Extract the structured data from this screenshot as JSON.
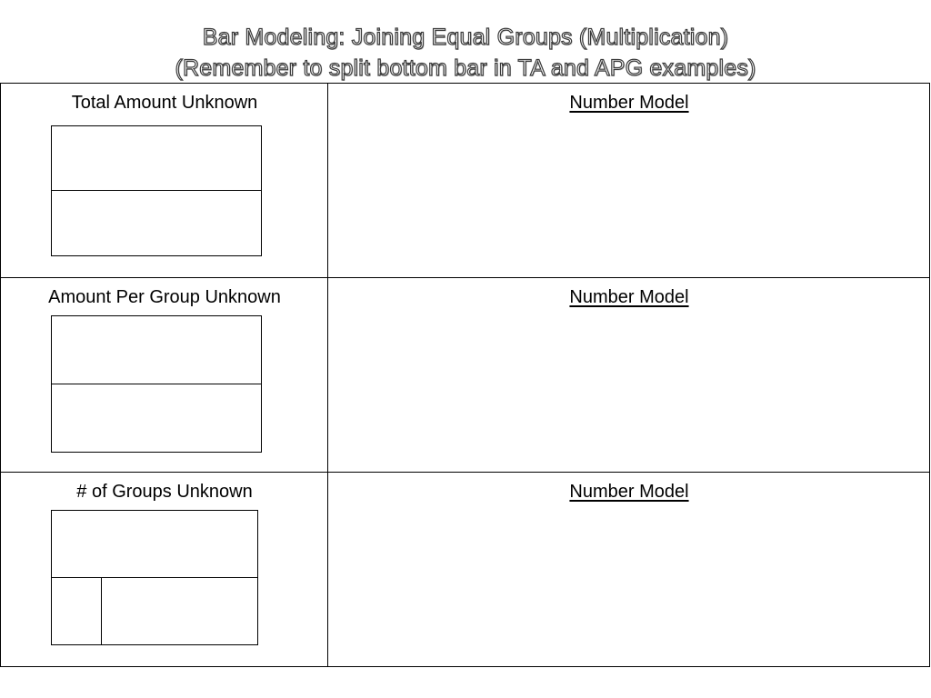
{
  "title": {
    "line1": "Bar Modeling:  Joining Equal Groups (Multiplication)",
    "line2": "(Remember to split bottom bar in TA and APG examples)"
  },
  "rows": [
    {
      "label": "Total Amount Unknown",
      "model_label": "Number Model"
    },
    {
      "label": "Amount Per Group Unknown",
      "model_label": "Number Model"
    },
    {
      "label": "# of Groups Unknown",
      "model_label": "Number Model"
    }
  ]
}
